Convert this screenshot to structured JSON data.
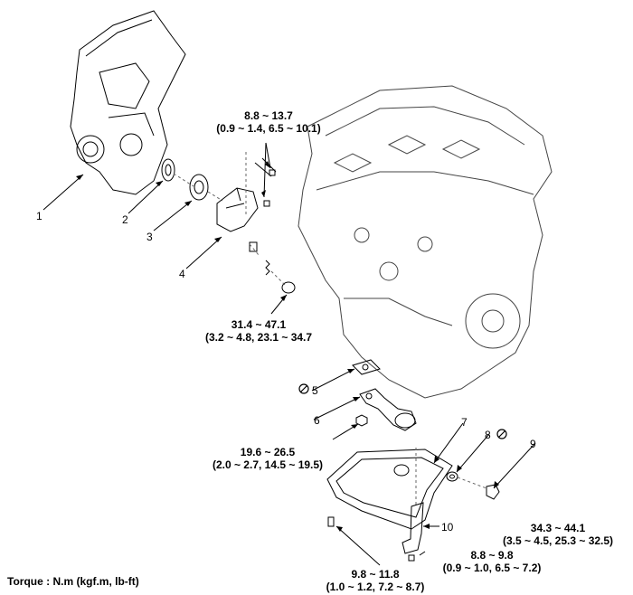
{
  "callouts": [
    {
      "id": "1",
      "label": "1"
    },
    {
      "id": "2",
      "label": "2"
    },
    {
      "id": "3",
      "label": "3"
    },
    {
      "id": "4",
      "label": "4"
    },
    {
      "id": "5",
      "label": "5"
    },
    {
      "id": "6",
      "label": "6"
    },
    {
      "id": "7",
      "label": "7"
    },
    {
      "id": "8",
      "label": "8"
    },
    {
      "id": "9",
      "label": "9"
    },
    {
      "id": "10",
      "label": "10"
    }
  ],
  "torques": {
    "t1": {
      "line1": "8.8 ~ 13.7",
      "line2": "(0.9 ~ 1.4, 6.5 ~ 10.1)"
    },
    "t2": {
      "line1": "31.4 ~ 47.1",
      "line2": "(3.2 ~ 4.8, 23.1 ~ 34.7"
    },
    "t3": {
      "line1": "19.6 ~ 26.5",
      "line2": "(2.0 ~ 2.7, 14.5 ~ 19.5)"
    },
    "t4": {
      "line1": "34.3 ~ 44.1",
      "line2": "(3.5 ~ 4.5, 25.3 ~ 32.5)"
    },
    "t5": {
      "line1": "8.8 ~ 9.8",
      "line2": "(0.9 ~ 1.0, 6.5 ~ 7.2)"
    },
    "t6": {
      "line1": "9.8 ~ 11.8",
      "line2": "(1.0 ~ 1.2, 7.2 ~ 8.7)"
    }
  },
  "footer": {
    "torque_legend": "Torque : N.m (kgf.m, lb-ft)"
  },
  "icons": {
    "non_reusable": "non-reusable-part-icon"
  }
}
